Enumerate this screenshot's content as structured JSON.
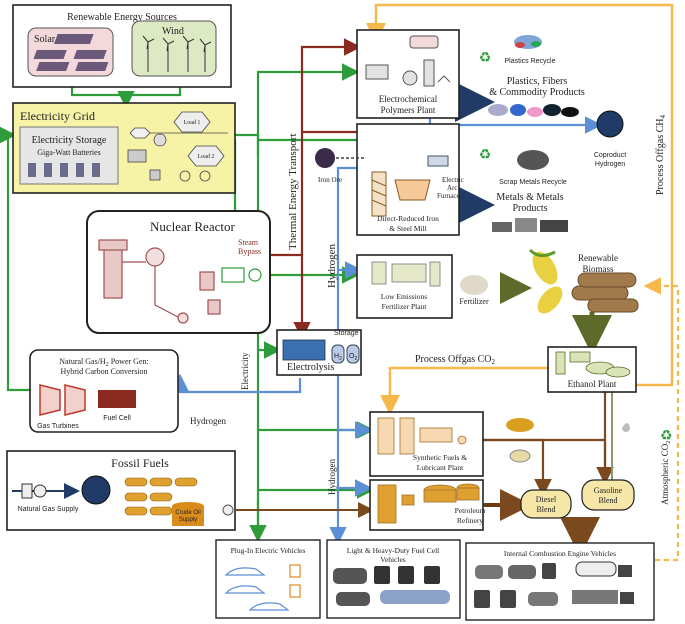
{
  "colors": {
    "electricity": "#2e9c3a",
    "hydrogen": "#5b8fd6",
    "thermal": "#8b2a1e",
    "co2": "#f5b94a",
    "ch4": "#f5b94a",
    "biomass": "#7a5a1e",
    "products": "#1f3b66",
    "grid_fill": "#f6f3a6",
    "panel_fill": "#e6e6e6",
    "box_stroke": "#222222"
  },
  "boxes": {
    "renewable_sources": {
      "title": "Renewable Energy Sources",
      "solar": "Solar",
      "wind": "Wind"
    },
    "grid": {
      "title": "Electricity Grid",
      "storage_title": "Electricity Storage",
      "storage_sub": "Giga-Watt Batteries",
      "load1": "Load 1",
      "load2": "Load 2"
    },
    "nuclear": {
      "title": "Nuclear Reactor",
      "steam_bypass": "Steam\nBypass"
    },
    "electrolysis": {
      "title": "Electrolysis",
      "storage": "Storage",
      "h2": "H2",
      "o2": "O2"
    },
    "natgas_power": {
      "title_line1": "Natural Gas/H2 Power Gen:",
      "title_line2": "Hybrid Carbon Conversion",
      "gas_turbines": "Gas Turbines",
      "fuel_cell": "Fuel Cell"
    },
    "fossil": {
      "title": "Fossil Fuels",
      "natural_gas_supply": "Natural Gas Supply",
      "crude_oil_line1": "Crude Oil",
      "crude_oil_line2": "Supply"
    },
    "polymers": {
      "title_line1": "Electrochemical",
      "title_line2": "Polymers Plant"
    },
    "steel": {
      "iron_ore": "Iron Ore",
      "title_line1": "Direct-Reduced Iron",
      "title_line2": "& Steel Mill",
      "eaf_line1": "Electric",
      "eaf_line2": "Arc",
      "eaf_line3": "Furnace"
    },
    "fertilizer": {
      "title_line1": "Low Emissions",
      "title_line2": "Fertilizer Plant"
    },
    "ethanol": {
      "title": "Ethanol Plant"
    },
    "synfuels": {
      "title_line1": "Synthetic Fuels &",
      "title_line2": "Lubricant Plant"
    },
    "refinery": {
      "title_line1": "Petroleum",
      "title_line2": "Refinery"
    },
    "ev": {
      "title": "Plug-In Electric Vehicles"
    },
    "fcv": {
      "title_line1": "Light & Heavy-Duty Fuel Cell",
      "title_line2": "Vehicles"
    },
    "ice": {
      "title": "Internal Combustion Engine Vehicles"
    }
  },
  "outputs": {
    "plastics_recycle": "Plastics Recycle",
    "plastics_products_line1": "Plastics, Fibers",
    "plastics_products_line2": "& Commodity Products",
    "coproduct_line1": "Coproduct",
    "coproduct_line2": "Hydrogen",
    "scrap_recycle": "Scrap Metals Recycle",
    "metals_line1": "Metals & Metals",
    "metals_line2": "Products",
    "fertilizer": "Fertilizer",
    "biomass_line1": "Renewable",
    "biomass_line2": "Biomass",
    "diesel_line1": "Diesel",
    "diesel_line2": "Blend",
    "gasoline_line1": "Gasoline",
    "gasoline_line2": "Blend"
  },
  "flow_labels": {
    "thermal_transport": "Thermal Energy Transport",
    "hydrogen_vertical": "Hydrogen",
    "hydrogen_lower": "Hydrogen",
    "hydrogen_left": "Hydrogen",
    "electricity": "Electricity",
    "process_offgas_co2": "Process Offgas CO2",
    "process_offgas_ch4": "Process Offgas CH4",
    "atmospheric_co2": "Atmospheric CO2"
  }
}
